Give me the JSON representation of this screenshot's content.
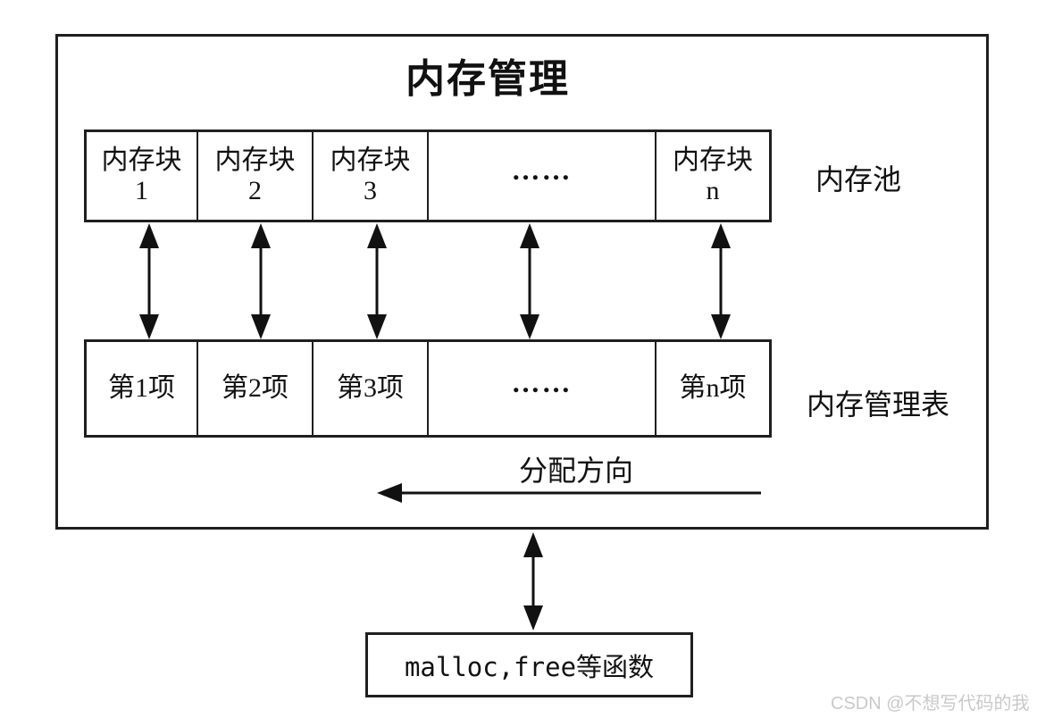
{
  "diagram": {
    "title": "内存管理",
    "pool": {
      "label": "内存池",
      "cells": [
        "内存块\n1",
        "内存块\n2",
        "内存块\n3",
        "……",
        "内存块\nn"
      ]
    },
    "table": {
      "label": "内存管理表",
      "cells": [
        "第1项",
        "第2项",
        "第3项",
        "……",
        "第n项"
      ]
    },
    "allocation": {
      "label": "分配方向",
      "direction": "left"
    },
    "functions": {
      "label": "malloc,free等函数"
    }
  },
  "watermark": "CSDN @不想写代码的我",
  "colors": {
    "line": "#1f1f1f",
    "text": "#111111",
    "background": "#ffffff",
    "watermark": "#c9c9c9"
  }
}
